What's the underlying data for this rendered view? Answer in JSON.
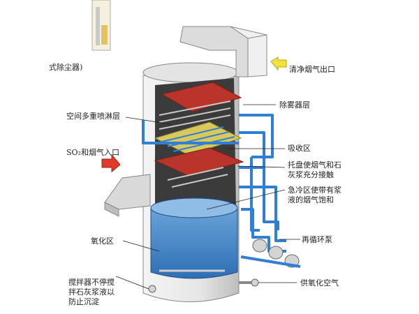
{
  "fragment_text": "式除尘器)",
  "labels": {
    "clean_outlet": "清净烟气出口",
    "demister": "除雾器层",
    "spray_layers": "空间多重喷淋层",
    "absorption_zone": "吸收区",
    "inlet": "SO₂和烟气入口",
    "tray": "托盘使烟气和石灰浆充分接触",
    "quench": "急冷区使带有浆液的烟气饱和",
    "recirc_pump": "再循环泵",
    "oxidation_zone": "氧化区",
    "agitator": "搅拌器不停搅拌石灰浆液以防止沉淀",
    "oxidation_air": "供氧化空气"
  },
  "colors": {
    "shell": "#e9e9e9",
    "shell_shade": "#bdbdbd",
    "interior": "#3b3b3b",
    "slurry": "#3a7fc4",
    "pipe": "#2f7fd6",
    "demister_red": "#b9352b",
    "packing_yellow": "#d9c85a",
    "arrow_yellow": "#f2e23a",
    "arrow_red": "#e03a2a"
  }
}
